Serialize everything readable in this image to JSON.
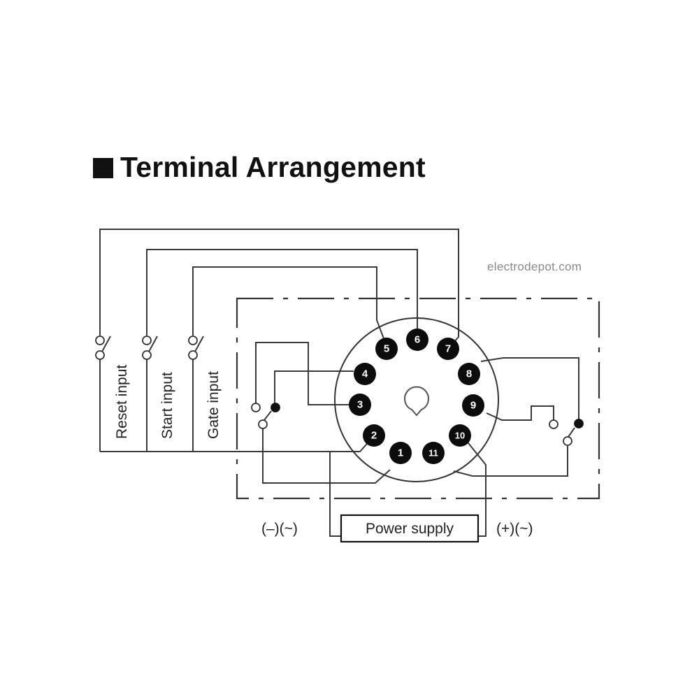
{
  "title": {
    "bullet_icon": "black-square",
    "text": "Terminal Arrangement"
  },
  "watermark": "electrodepot.com",
  "inputs": [
    {
      "label": "Reset input",
      "terminal": 7
    },
    {
      "label": "Start input",
      "terminal": 6
    },
    {
      "label": "Gate input",
      "terminal": 5
    }
  ],
  "socket": {
    "pin_count": 11,
    "pins": [
      "1",
      "2",
      "3",
      "4",
      "5",
      "6",
      "7",
      "8",
      "9",
      "10",
      "11"
    ],
    "center_key": "keyway"
  },
  "contacts": [
    {
      "name": "left-changeover",
      "terminals": [
        1,
        3,
        4
      ],
      "common": 1,
      "closed": 4,
      "open": 3
    },
    {
      "name": "right-changeover",
      "terminals": [
        11,
        8,
        9
      ],
      "common": 11,
      "closed": 8,
      "open": 9
    }
  ],
  "power": {
    "box_label": "Power supply",
    "negative_label": "(–)(~)",
    "positive_label": "(+)(~)",
    "negative_terminal": 2,
    "positive_terminal": 10
  },
  "colors": {
    "line": "#3a3a3a",
    "pin_fill": "#0c0c0c",
    "pin_text": "#ffffff",
    "watermark": "#8a8a8a"
  }
}
